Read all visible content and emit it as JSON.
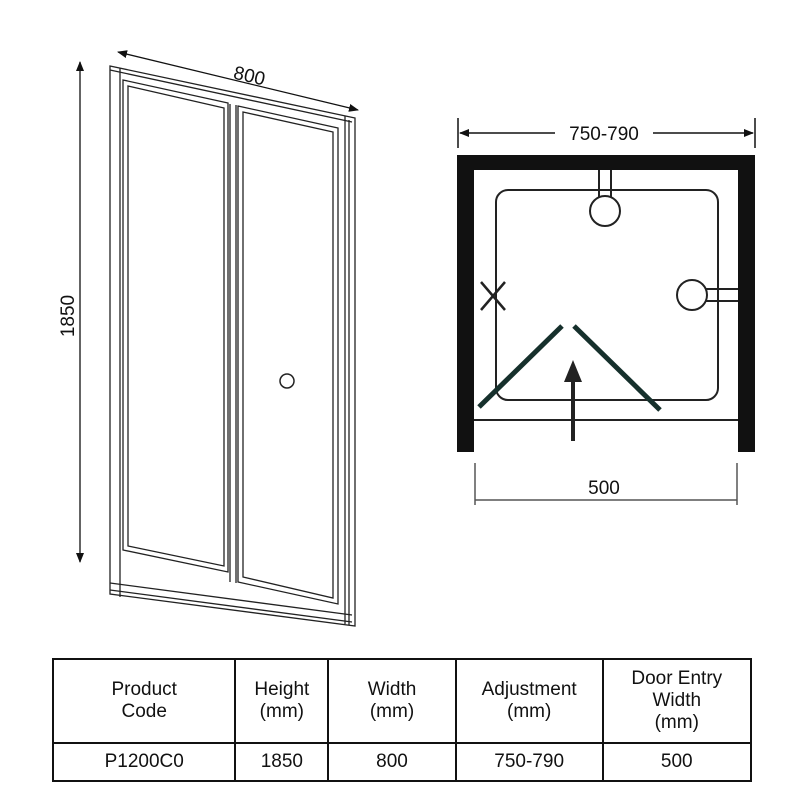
{
  "drawing": {
    "door_width_label": "800",
    "door_height_label": "1850",
    "plan_adjustment_label": "750-790",
    "plan_entry_label": "500"
  },
  "table": {
    "headers": [
      [
        "Product",
        "Code"
      ],
      [
        "Height",
        "(mm)"
      ],
      [
        "Width",
        "(mm)"
      ],
      [
        "Adjustment",
        "(mm)"
      ],
      [
        "Door Entry",
        "Width",
        "(mm)"
      ]
    ],
    "rows": [
      [
        "P1200C0",
        "1850",
        "800",
        "750-790",
        "500"
      ]
    ]
  }
}
